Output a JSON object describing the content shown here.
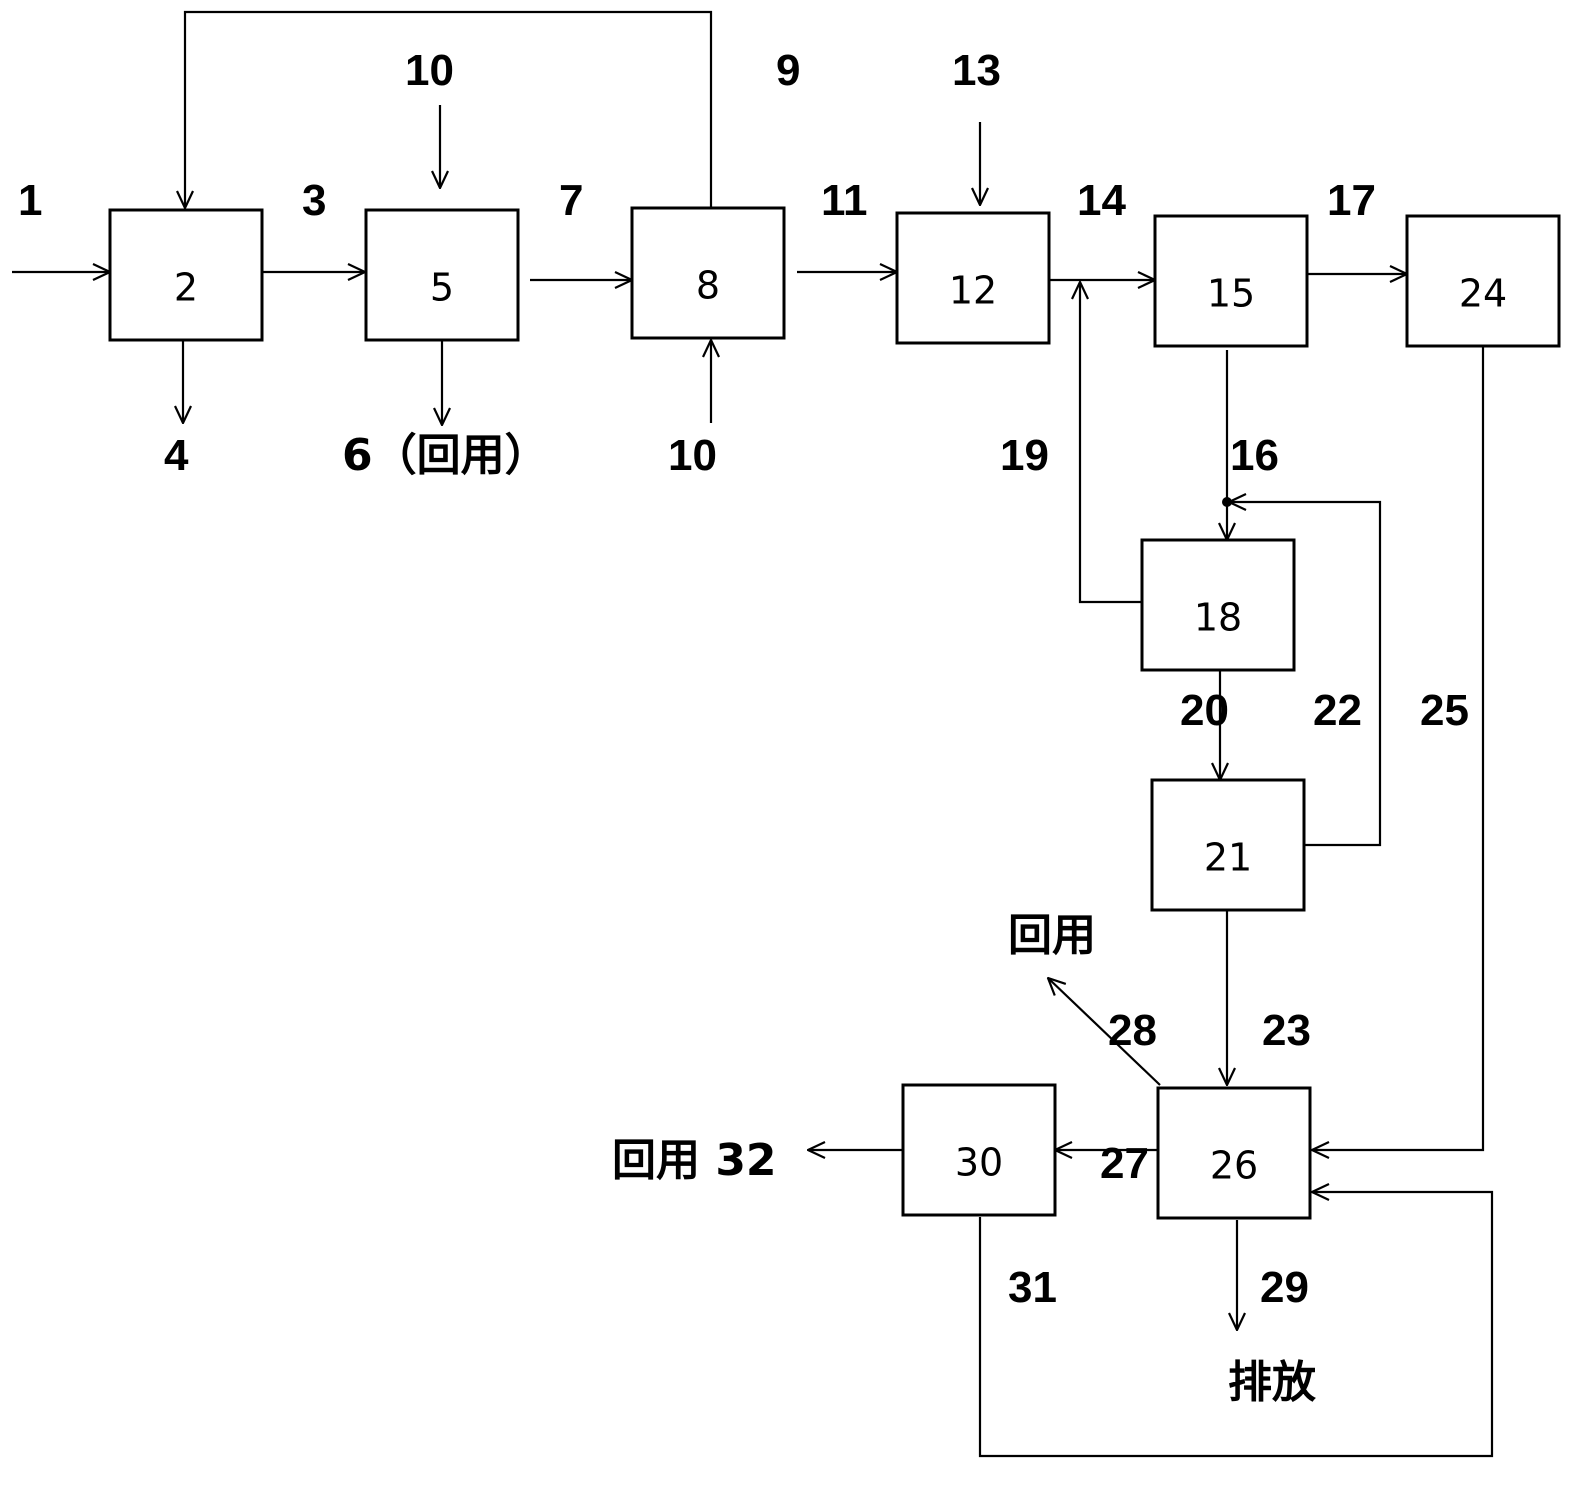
{
  "diagram": {
    "units": {
      "u2": "2",
      "u5": "5",
      "u8": "8",
      "u12": "12",
      "u15": "15",
      "u24": "24",
      "u18": "18",
      "u21": "21",
      "u26": "26",
      "u30": "30"
    },
    "streams": {
      "s1": "1",
      "s3": "3",
      "s4": "4",
      "s6": "6（回用）",
      "s7": "7",
      "s9": "9",
      "s10_top": "10",
      "s10_bottom": "10",
      "s11": "11",
      "s13": "13",
      "s14": "14",
      "s16": "16",
      "s17": "17",
      "s19": "19",
      "s20": "20",
      "s22": "22",
      "s23": "23",
      "s25": "25",
      "s27": "27",
      "s28": "28",
      "s29": "29",
      "s31": "31"
    },
    "outlets": {
      "reuse_28": "回用",
      "reuse_32": "回用 32",
      "discharge_29": "排放"
    }
  }
}
